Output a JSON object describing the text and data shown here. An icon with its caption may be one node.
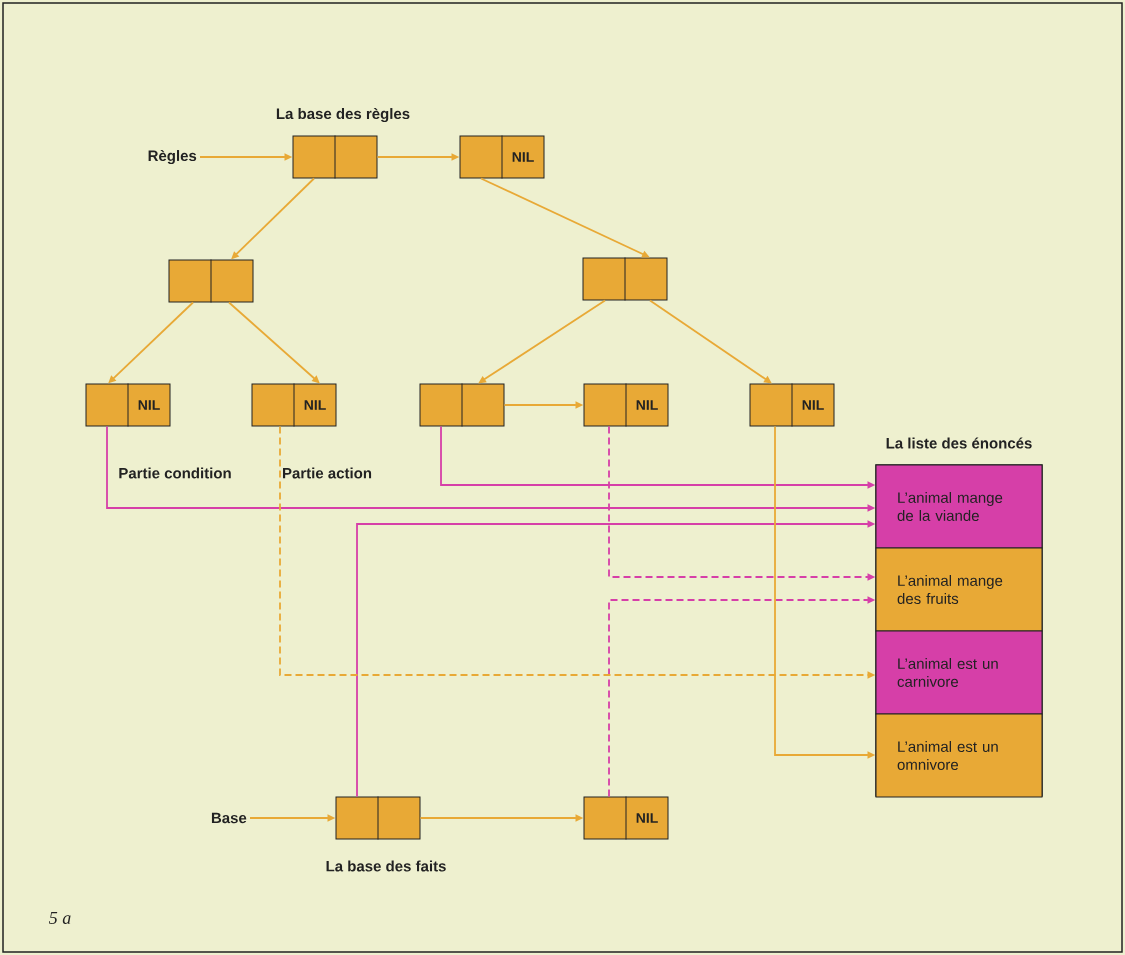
{
  "diagram": {
    "nodes": [
      {
        "text": [
          "Règles"
        ]
      },
      {
        "text": [],
        "shape": "box",
        "beside": [
          "La base des règles"
        ]
      },
      {
        "text": [
          "NIL"
        ]
      },
      {
        "text": [],
        "shape": "box"
      },
      {
        "text": [],
        "shape": "box"
      },
      {
        "text": [
          "NIL"
        ]
      },
      {
        "text": [
          "NIL"
        ]
      },
      {
        "text": [],
        "shape": "box"
      },
      {
        "text": [
          "NIL"
        ]
      },
      {
        "text": [
          "NIL"
        ]
      },
      {
        "text": [
          "La liste des énoncés"
        ]
      },
      {
        "text": [
          "L’animal mange de la viande"
        ],
        "in": 10
      },
      {
        "text": [
          "L’animal mange des fruits"
        ],
        "in": 10
      },
      {
        "text": [
          "L’animal est un carnivore"
        ],
        "in": 10
      },
      {
        "text": [
          "L’animal est un omnivore"
        ],
        "in": 10
      },
      {
        "text": [
          "Base"
        ]
      },
      {
        "text": [],
        "shape": "box",
        "beside": [
          "La base des faits"
        ]
      },
      {
        "text": [
          "NIL"
        ]
      }
    ],
    "edges": [
      {
        "from": 0,
        "to": 1,
        "arrow": "to"
      },
      {
        "from": 1,
        "to": 2,
        "arrow": "to"
      },
      {
        "from": 1,
        "to": 3,
        "arrow": "to"
      },
      {
        "from": 2,
        "to": 4,
        "arrow": "to"
      },
      {
        "from": 3,
        "to": 5,
        "arrow": "to"
      },
      {
        "from": 3,
        "to": 6,
        "arrow": "to"
      },
      {
        "from": 4,
        "to": 7,
        "arrow": "to"
      },
      {
        "from": 4,
        "to": 9,
        "arrow": "to"
      },
      {
        "from": 7,
        "to": 8,
        "arrow": "to"
      },
      {
        "from": 7,
        "to": 11,
        "arrow": "to",
        "color": "#d63fa8"
      },
      {
        "from": 5,
        "to": 11,
        "arrow": "to",
        "color": "#d63fa8"
      },
      {
        "from": 16,
        "to": 11,
        "arrow": "to",
        "color": "#d63fa8"
      },
      {
        "from": 8,
        "to": 12,
        "arrow": "to",
        "style": "dashed",
        "color": "#d63fa8"
      },
      {
        "from": 17,
        "to": 12,
        "arrow": "to",
        "style": "dashed",
        "color": "#d63fa8"
      },
      {
        "from": 6,
        "to": 13,
        "arrow": "to",
        "style": "dashed"
      },
      {
        "from": 9,
        "to": 14,
        "arrow": "to"
      },
      {
        "from": 15,
        "to": 16,
        "arrow": "to"
      },
      {
        "from": 16,
        "to": 17,
        "arrow": "to"
      }
    ],
    "labels": [
      "Partie condition",
      "Partie action",
      "5 a"
    ]
  }
}
